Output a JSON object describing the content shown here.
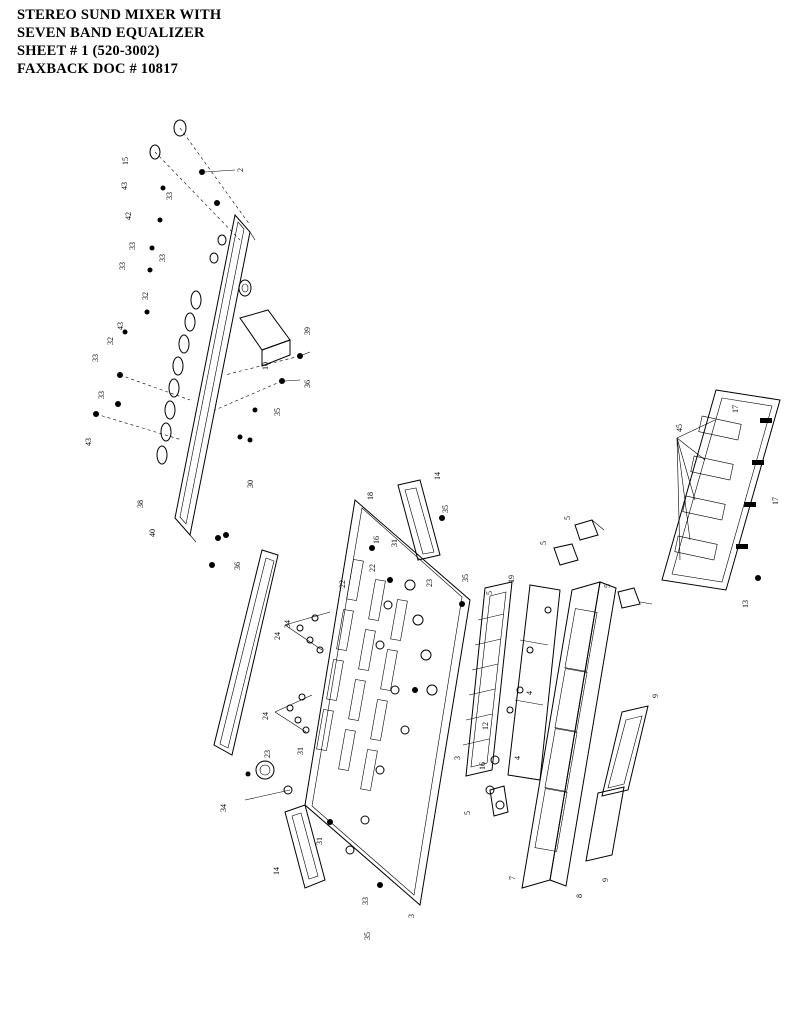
{
  "header": {
    "lines": [
      "STEREO SUND MIXER WITH",
      "SEVEN BAND EQUALIZER",
      "SHEET # 1  (520-3002)",
      "FAXBACK DOC # 10817"
    ]
  },
  "callouts": {
    "c15": "15",
    "c2": "2",
    "c43a": "43",
    "c33a": "33",
    "c42": "42",
    "c33b": "33",
    "c33c": "33",
    "c33d": "33",
    "c32": "32",
    "c43b": "43",
    "c32b": "32",
    "c33e": "33",
    "c33f": "33",
    "c43c": "43",
    "c39": "39",
    "c10": "10",
    "c36": "36",
    "c35a": "35",
    "c30": "30",
    "c38": "38",
    "c40": "40",
    "c36b": "36",
    "c14a": "14",
    "c18": "18",
    "c35b": "35",
    "c16": "16",
    "c31": "31",
    "c22a": "22",
    "c22b": "22",
    "c23a": "23",
    "c35c": "35",
    "c34": "34",
    "c24a": "24",
    "c24b": "24",
    "c31b": "31",
    "c23b": "23",
    "c34b": "34",
    "c14b": "14",
    "c31c": "31",
    "c33g": "33",
    "c35d": "35",
    "c3": "3",
    "c3b": "3",
    "c19": "19",
    "c5a": "5",
    "c5b": "5",
    "c5c": "5",
    "c5d": "5",
    "c5e": "5",
    "c12": "12",
    "c4a": "4",
    "c4b": "4",
    "c16b": "16",
    "c9a": "9",
    "c9b": "9",
    "c8": "8",
    "c7": "7",
    "c45": "45",
    "c17a": "17",
    "c17b": "17",
    "c13": "13"
  }
}
